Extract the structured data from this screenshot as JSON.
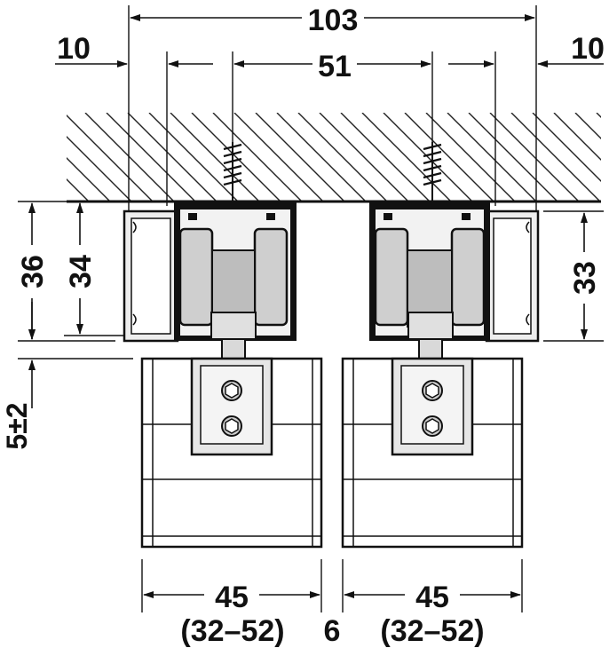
{
  "dimensions": {
    "total_width": "103",
    "left_offset": "10",
    "right_offset": "10",
    "screw_spacing": "51",
    "left_height": "36",
    "inner_height": "34",
    "right_height": "33",
    "gap_adjust": "5±2",
    "door_left_thickness": "45",
    "door_left_range": "(32–52)",
    "door_gap": "6",
    "door_right_thickness": "45",
    "door_right_range": "(32–52)"
  },
  "colors": {
    "line": "#111111",
    "hatch": "#222222",
    "part_fill": "#d9d9d9",
    "part_dark": "#111111",
    "wheel_fill": "#cfcfcf",
    "door_fill": "#ffffff"
  }
}
